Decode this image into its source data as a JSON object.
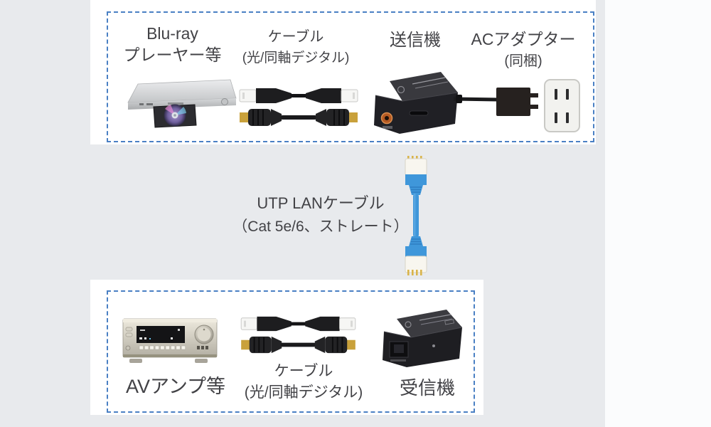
{
  "diagram_title": "digital-audio-extender-connection-diagram",
  "colors": {
    "background_gray": "#e8eaed",
    "card_white": "#ffffff",
    "dash_blue": "#4a80c4",
    "text_dark": "#424246",
    "lan_cable_blue": "#3f97da",
    "gold_connector": "#c9a13b",
    "coaxial_port_orange": "#b65a22"
  },
  "top_section": {
    "items": [
      {
        "label_line1": "Blu-ray",
        "label_line2": "プレーヤー等",
        "image": "blu-ray-player"
      },
      {
        "label_line1": "ケーブル",
        "label_line2": "(光/同軸デジタル)",
        "image": "optical-coaxial-cables"
      },
      {
        "label_line1": "送信機",
        "image": "transmitter"
      },
      {
        "label_line1": "ACアダプター",
        "label_line2": "(同梱)",
        "image": "ac-adapter-and-outlet"
      }
    ]
  },
  "middle_section": {
    "label_line1": "UTP LANケーブル",
    "label_line2": "（Cat 5e/6、ストレート）",
    "image": "utp-lan-cable"
  },
  "bottom_section": {
    "items": [
      {
        "label": "AVアンプ等",
        "image": "av-amplifier"
      },
      {
        "label_line1": "ケーブル",
        "label_line2": "(光/同軸デジタル)",
        "image": "optical-coaxial-cables"
      },
      {
        "label": "受信機",
        "image": "receiver"
      }
    ]
  }
}
